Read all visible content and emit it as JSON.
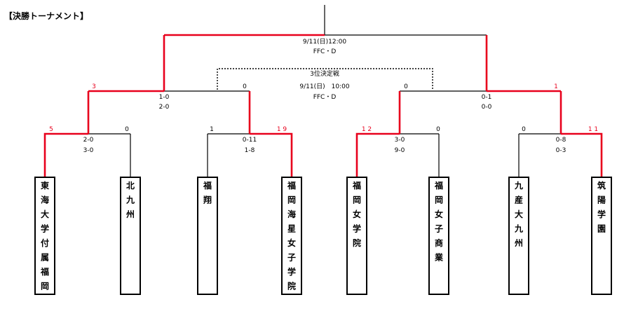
{
  "title": "【決勝トーナメント】",
  "final_match": {
    "date": "9/11(日)12:00",
    "venue": "FFC・D"
  },
  "third_place": {
    "label": "3位決定戦",
    "date": "9/11(日)　10:00",
    "venue": "FFC・D"
  },
  "teams": [
    {
      "name": "東海大学付属福岡",
      "chars": [
        "東",
        "海",
        "大",
        "学",
        "付",
        "属",
        "福",
        "岡"
      ]
    },
    {
      "name": "北九州",
      "chars": [
        "北",
        "九",
        "州"
      ]
    },
    {
      "name": "福翔",
      "chars": [
        "福",
        "翔"
      ]
    },
    {
      "name": "福岡海星女子学院",
      "chars": [
        "福",
        "岡",
        "海",
        "星",
        "女",
        "子",
        "学",
        "院"
      ]
    },
    {
      "name": "福岡女学院",
      "chars": [
        "福",
        "岡",
        "女",
        "学",
        "院"
      ]
    },
    {
      "name": "福岡女子商業",
      "chars": [
        "福",
        "岡",
        "女",
        "子",
        "商",
        "業"
      ]
    },
    {
      "name": "九産大九州",
      "chars": [
        "九",
        "産",
        "大",
        "九",
        "州"
      ]
    },
    {
      "name": "筑陽学園",
      "chars": [
        "筑",
        "陽",
        "学",
        "園"
      ]
    }
  ],
  "round1": [
    {
      "left_score": "5",
      "right_score": "0",
      "detail": [
        "2-0",
        "3-0"
      ]
    },
    {
      "left_score": "1",
      "right_score": "1 9",
      "detail": [
        "0-11",
        "1-8"
      ]
    },
    {
      "left_score": "1 2",
      "right_score": "0",
      "detail": [
        "3-0",
        "9-0"
      ]
    },
    {
      "left_score": "0",
      "right_score": "1 1",
      "detail": [
        "0-8",
        "0-3"
      ]
    }
  ],
  "semis": [
    {
      "left_score": "3",
      "right_score": "0",
      "detail": [
        "1-0",
        "2-0"
      ]
    },
    {
      "left_score": "0",
      "right_score": "1",
      "detail": [
        "0-1",
        "0-0"
      ]
    }
  ],
  "colors": {
    "win": "#e8001c",
    "line": "#000000"
  }
}
